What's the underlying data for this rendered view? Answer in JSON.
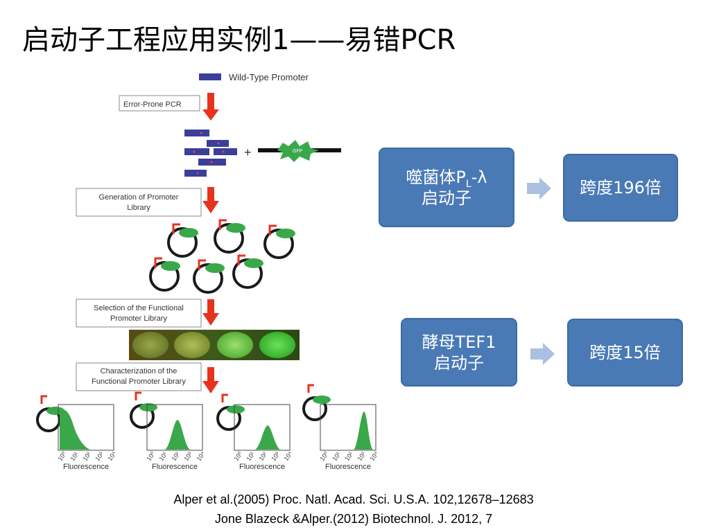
{
  "title": "启动子工程应用实例1——易错PCR",
  "figure": {
    "wild_type_label": "Wild-Type Promoter",
    "step1": "Error-Prone PCR",
    "gfp_label": "GFP",
    "plus": "+",
    "step2_line1": "Generation of Promoter",
    "step2_line2": "Library",
    "step3_line1": "Selection of the Functional",
    "step3_line2": "Promoter Library",
    "step4_line1": "Characterization of the",
    "step4_line2": "Functional Promoter Library",
    "x_axis_label": "Fluorescence",
    "ticks": [
      "10⁰",
      "10¹",
      "10²",
      "10³",
      "10⁴"
    ],
    "colors": {
      "gfp_green": "#3aa84a",
      "arrow_red": "#e8321e",
      "promoter_blue": "#3b3f9a"
    }
  },
  "examples": [
    {
      "promoter_pre": "噬菌体P",
      "promoter_sub": "L",
      "promoter_post": "-λ",
      "promoter_line2": "启动子",
      "result": "跨度196倍"
    },
    {
      "promoter_line1": "酵母TEF1",
      "promoter_line2": "启动子",
      "result": "跨度15倍"
    }
  ],
  "box_color": "#4a7ab5",
  "chevron_color": "#aac0e0",
  "citations": [
    "Alper et al.(2005) Proc. Natl. Acad. Sci. U.S.A. 102,12678–12683",
    "Jone Blazeck &Alper.(2012) Biotechnol. J. 2012, 7"
  ]
}
